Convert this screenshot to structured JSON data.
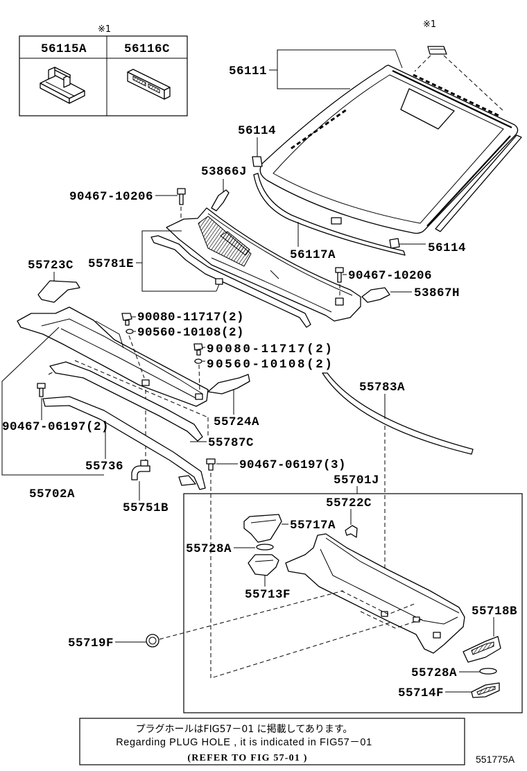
{
  "inset_table": {
    "mark": "※1",
    "col1": "56115A",
    "col2": "56116C"
  },
  "callouts": {
    "windshield_mark": "※1",
    "windshield": "56111",
    "clip_upper": "56114",
    "seal_left": "53866J",
    "screw_left": "90467-10206",
    "molding_lower": "56117A",
    "clip_right": "56114",
    "bracket_left": "55723C",
    "cowl_top": "55781E",
    "screw_right": "90467-10206",
    "seal_right": "53867H",
    "bolt_upper": "90080-11717(2)",
    "washer_upper": "90560-10108(2)",
    "bolt_lower": "90080-11717(2)",
    "washer_lower": "90560-10108(2)",
    "weatherstrip": "55783A",
    "clip_left": "90467-06197(2)",
    "bracket_mid": "55724A",
    "seal_mid": "55787C",
    "seal_lower": "55736",
    "clip_lower": "90467-06197(3)",
    "cowl_panel_assy": "55701J",
    "cowl_top_assy": "55702A",
    "hose": "55751B",
    "bracket_small": "55722C",
    "bracket_a": "55717A",
    "pad_a": "55728A",
    "bracket_f": "55713F",
    "bracket_b": "55718B",
    "plug": "55719F",
    "pad_b": "55728A",
    "bracket_f2": "55714F"
  },
  "note": {
    "line_ja": "プラグホールはFIG57－01 に掲載してあります。",
    "line_en": "Regarding PLUG HOLE , it is indicated in FIG57－01",
    "line_ref": "(REFER TO FIG 57-01 )"
  },
  "figure_id": "551775A"
}
